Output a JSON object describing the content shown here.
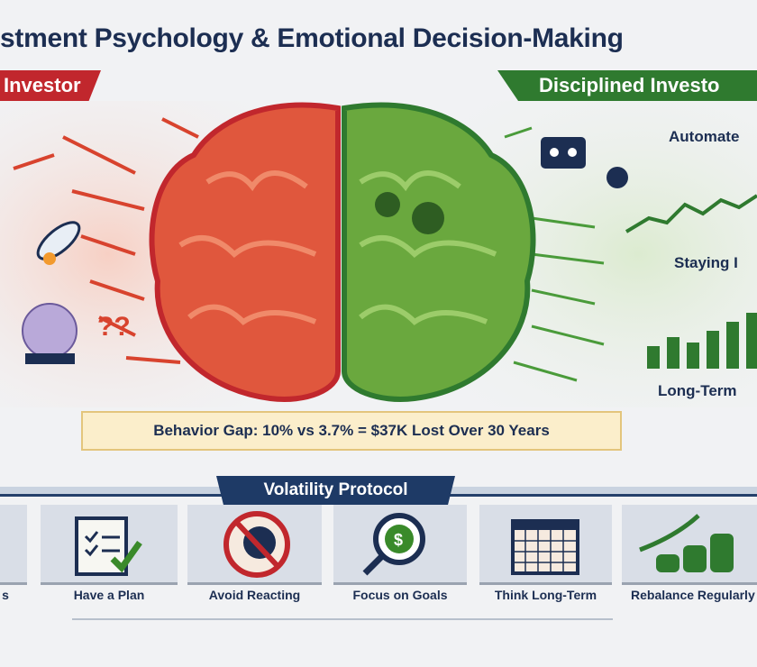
{
  "title": "stment Psychology & Emotional Decision-Making",
  "left_banner": "Investor",
  "right_banner": "Disciplined Investo",
  "right_labels": [
    "Automate",
    "Staying I",
    "Long-Term"
  ],
  "behavior_gap": "Behavior Gap: 10% vs 3.7% = $37K Lost Over 30 Years",
  "protocol": {
    "title": "Volatility Protocol",
    "items": [
      {
        "label": "s",
        "icon": "partial-icon"
      },
      {
        "label": "Have a Plan",
        "icon": "clipboard-checklist-icon"
      },
      {
        "label": "Avoid Reacting",
        "icon": "no-head-icon"
      },
      {
        "label": "Focus on Goals",
        "icon": "magnifier-dollar-icon"
      },
      {
        "label": "Think Long-Term",
        "icon": "calendar-icon"
      },
      {
        "label": "Rebalance Regularly",
        "icon": "coins-growth-icon"
      }
    ]
  },
  "colors": {
    "emotional": "#c1272d",
    "disciplined": "#2f7a2f",
    "navy": "#1c2e52",
    "callout": "#fbeecb"
  }
}
